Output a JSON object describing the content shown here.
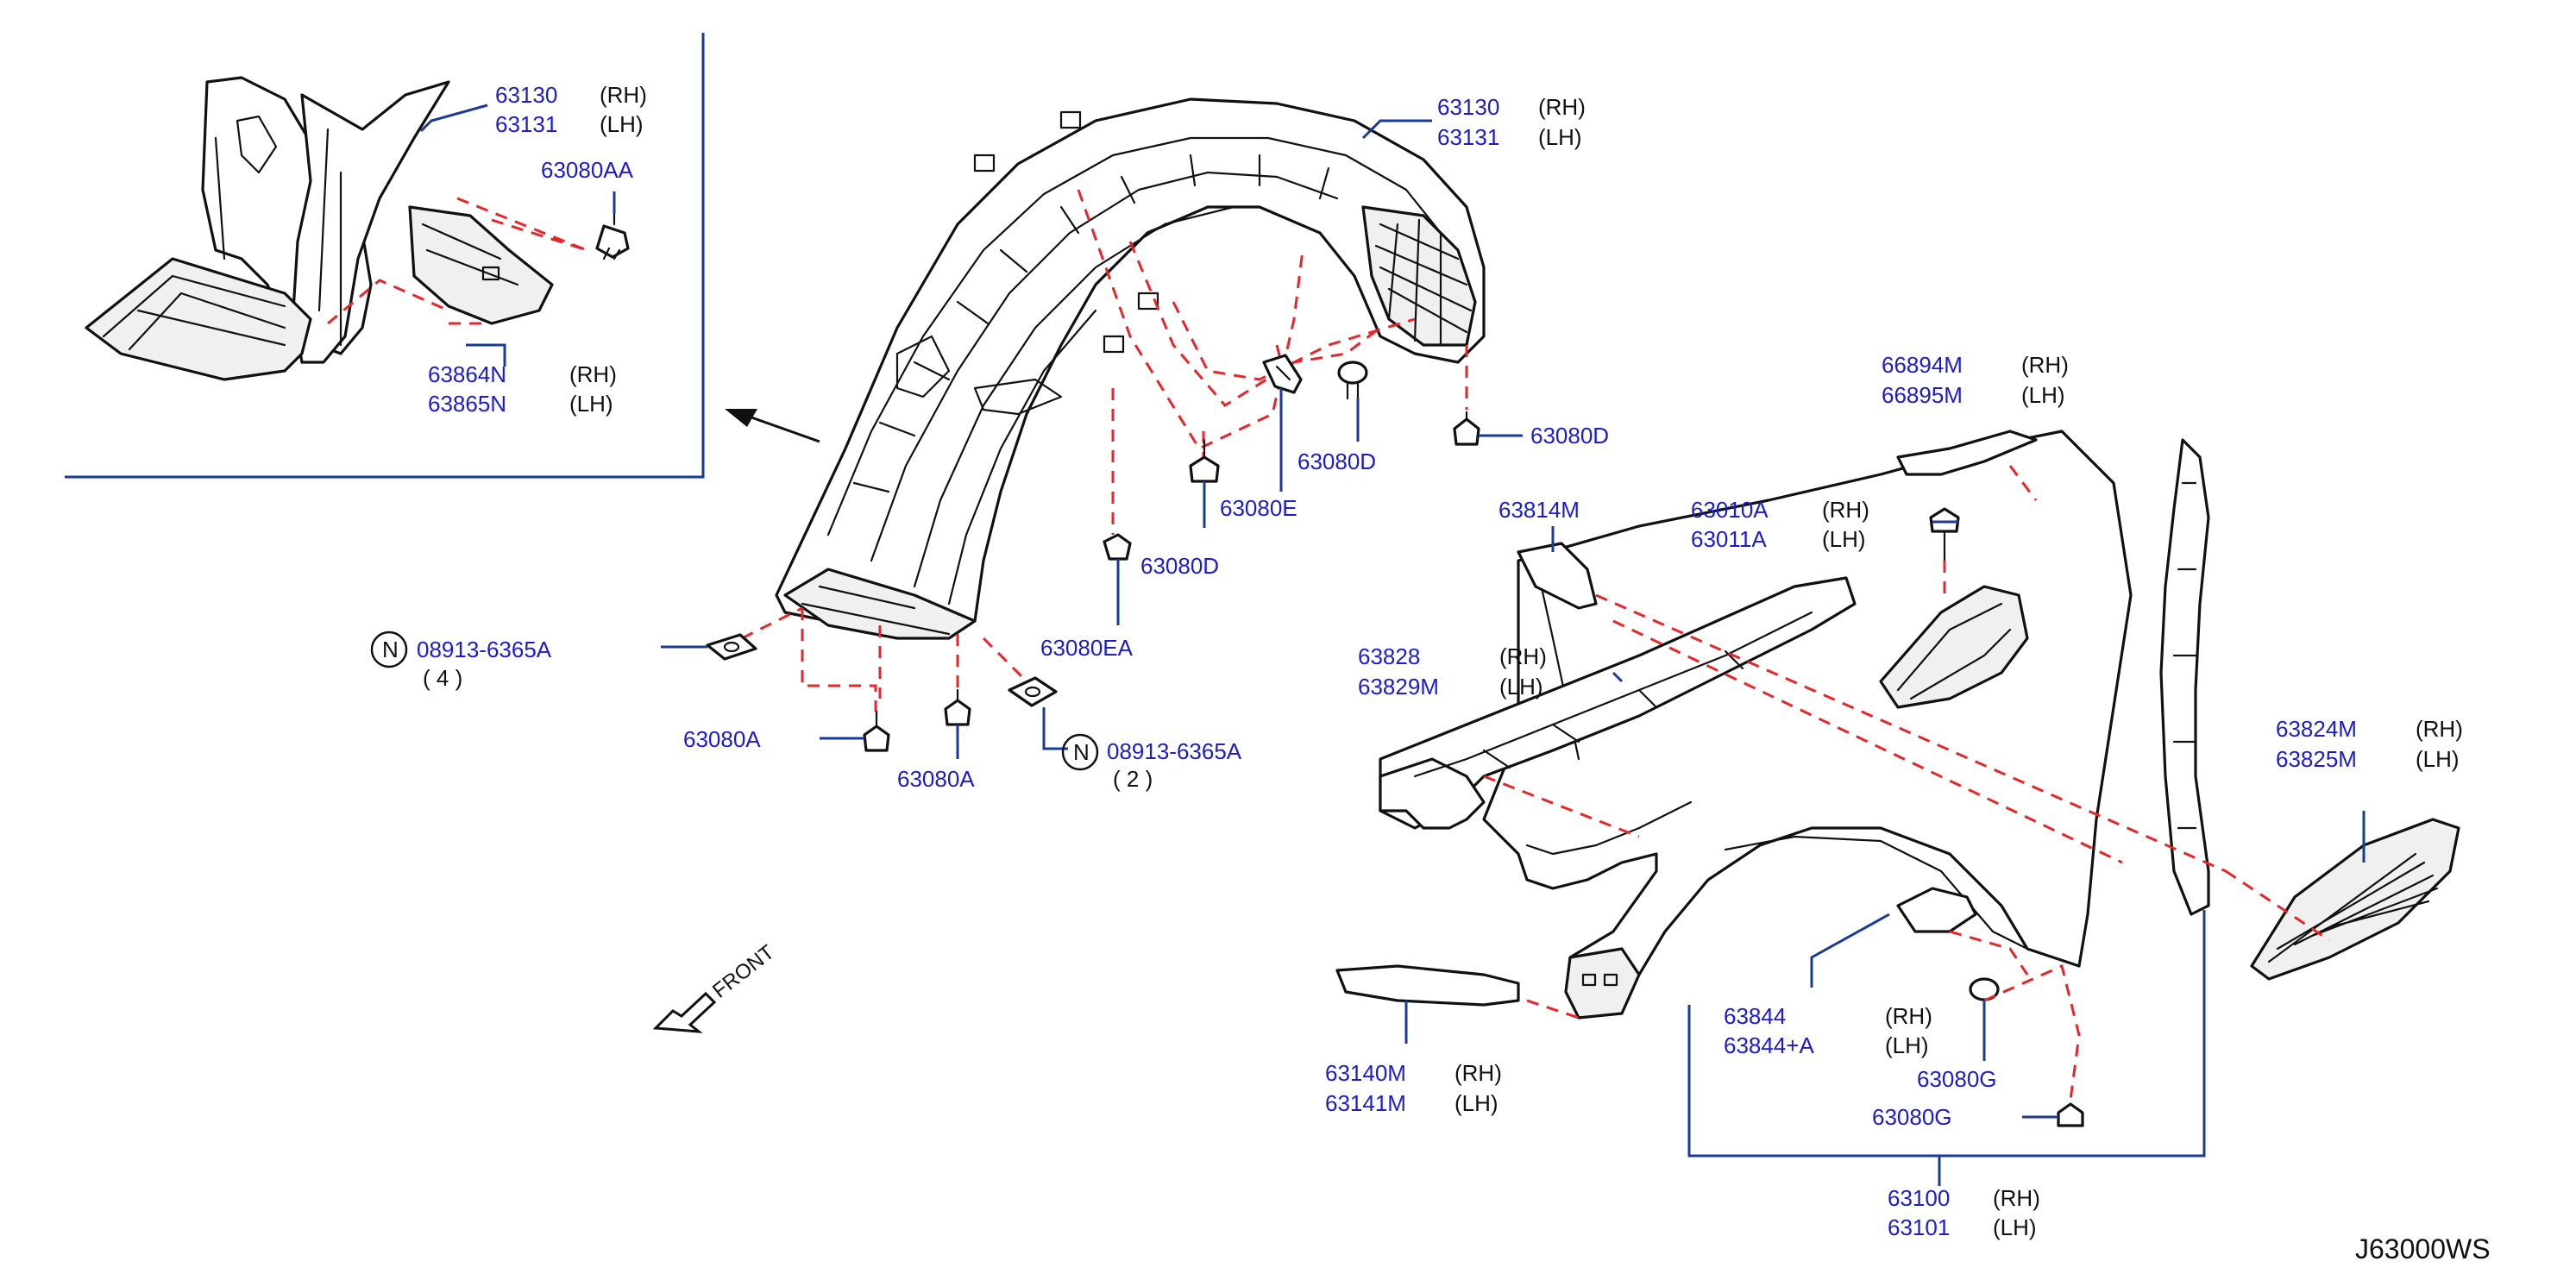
{
  "diagram_code": "J63000WS",
  "front_label": "FRONT",
  "symbols": {
    "nut_marker": "N"
  },
  "labels": {
    "inset_63130": {
      "rh": "63130",
      "rh_side": "(RH)",
      "lh": "63131",
      "lh_side": "(LH)"
    },
    "inset_63080AA": "63080AA",
    "inset_63864N": {
      "rh": "63864N",
      "rh_side": "(RH)",
      "lh": "63865N",
      "lh_side": "(LH)"
    },
    "main_63130": {
      "rh": "63130",
      "rh_side": "(RH)",
      "lh": "63131",
      "lh_side": "(LH)"
    },
    "p63080D_a": "63080D",
    "p63080D_b": "63080D",
    "p63080D_c": "63080D",
    "p63080E": "63080E",
    "p63080EA": "63080EA",
    "p63080A_a": "63080A",
    "p63080A_b": "63080A",
    "nut_4": {
      "part": "08913-6365A",
      "qty": "( 4 )"
    },
    "nut_2": {
      "part": "08913-6365A",
      "qty": "( 2 )"
    },
    "p66894M": {
      "rh": "66894M",
      "rh_side": "(RH)",
      "lh": "66895M",
      "lh_side": "(LH)"
    },
    "p63814M": "63814M",
    "p63010A": {
      "rh": "63010A",
      "rh_side": "(RH)",
      "lh": "63011A",
      "lh_side": "(LH)"
    },
    "p63828": {
      "rh": "63828",
      "rh_side": "(RH)",
      "lh": "63829M",
      "lh_side": "(LH)"
    },
    "p63824M": {
      "rh": "63824M",
      "rh_side": "(RH)",
      "lh": "63825M",
      "lh_side": "(LH)"
    },
    "p63844": {
      "rh": "63844",
      "rh_side": "(RH)",
      "lh": "63844+A",
      "lh_side": "(LH)"
    },
    "p63080G_a": "63080G",
    "p63080G_b": "63080G",
    "p63140M": {
      "rh": "63140M",
      "rh_side": "(RH)",
      "lh": "63141M",
      "lh_side": "(LH)"
    },
    "p63100": {
      "rh": "63100",
      "rh_side": "(RH)",
      "lh": "63101",
      "lh_side": "(LH)"
    }
  }
}
